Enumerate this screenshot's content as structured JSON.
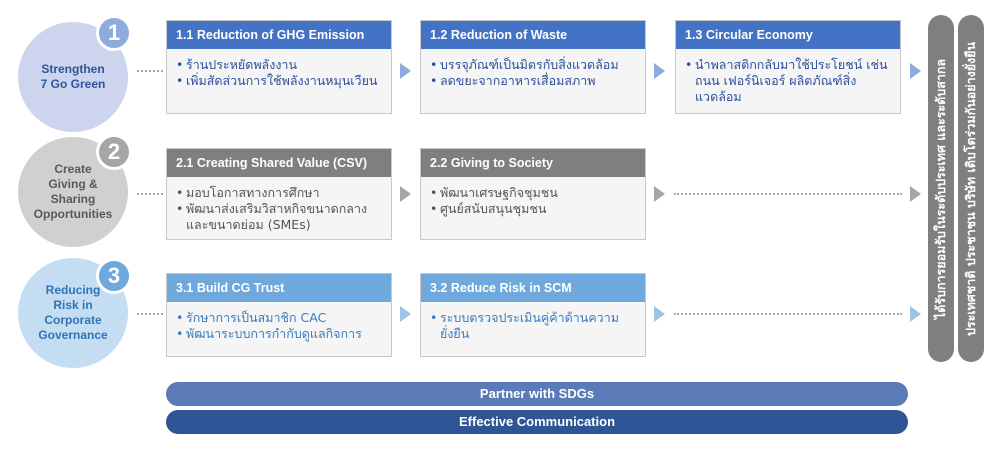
{
  "colors": {
    "row1_header": "#4472c4",
    "row2_header": "#7f7f7f",
    "row3_header": "#6fa8dc",
    "row1_circle": "#cdd5ee",
    "row2_circle": "#d0d0d0",
    "row3_circle": "#c5ddf3",
    "bar_partner": "#5b7ab8",
    "bar_communication": "#2f5597"
  },
  "rows": [
    {
      "number": "1",
      "label_lines": [
        "Strengthen",
        "7 Go Green"
      ],
      "boxes": [
        {
          "title": "1.1 Reduction of GHG Emission",
          "bullets": [
            "ร้านประหยัดพลังงาน",
            "เพิ่มสัดส่วนการใช้พลังงานหมุนเวียน"
          ]
        },
        {
          "title": "1.2 Reduction of Waste",
          "bullets": [
            "บรรจุภัณฑ์เป็นมิตรกับสิ่งแวดล้อม",
            "ลดขยะจากอาหารเสื่อมสภาพ"
          ]
        },
        {
          "title": "1.3 Circular Economy",
          "bullets": [
            "นำพลาสติกกลับมาใช้ประโยชน์ เช่น ถนน เฟอร์นิเจอร์ ผลิตภัณฑ์สิ่งแวดล้อม"
          ]
        }
      ]
    },
    {
      "number": "2",
      "label_lines": [
        "Create",
        "Giving &",
        "Sharing",
        "Opportunities"
      ],
      "boxes": [
        {
          "title": "2.1 Creating Shared Value (CSV)",
          "bullets": [
            "มอบโอกาสทางการศึกษา",
            "พัฒนาส่งเสริมวิสาหกิจขนาดกลางและขนาดย่อม (SMEs)"
          ]
        },
        {
          "title": "2.2 Giving to Society",
          "bullets": [
            "พัฒนาเศรษฐกิจชุมชน",
            "ศูนย์สนับสนุนชุมชน"
          ]
        }
      ]
    },
    {
      "number": "3",
      "label_lines": [
        "Reducing",
        "Risk in",
        "Corporate",
        "Governance"
      ],
      "boxes": [
        {
          "title": "3.1 Build CG Trust",
          "bullets": [
            "รักษาการเป็นสมาชิก CAC",
            "พัฒนาระบบการกำกับดูแลกิจการ"
          ]
        },
        {
          "title": "3.2 Reduce Risk in SCM",
          "bullets": [
            "ระบบตรวจประเมินคู่ค้าด้านความยั่งยืน"
          ]
        }
      ]
    }
  ],
  "outcomes": [
    "ได้รับการยอมรับในระดับประเทศ และระดับสากล",
    "ประเทศชาติ ประชาชน บริษัท เติบโตร่วมกันอย่างยั่งยืน"
  ],
  "bottom_bars": {
    "partner": "Partner with SDGs",
    "communication": "Effective Communication"
  }
}
